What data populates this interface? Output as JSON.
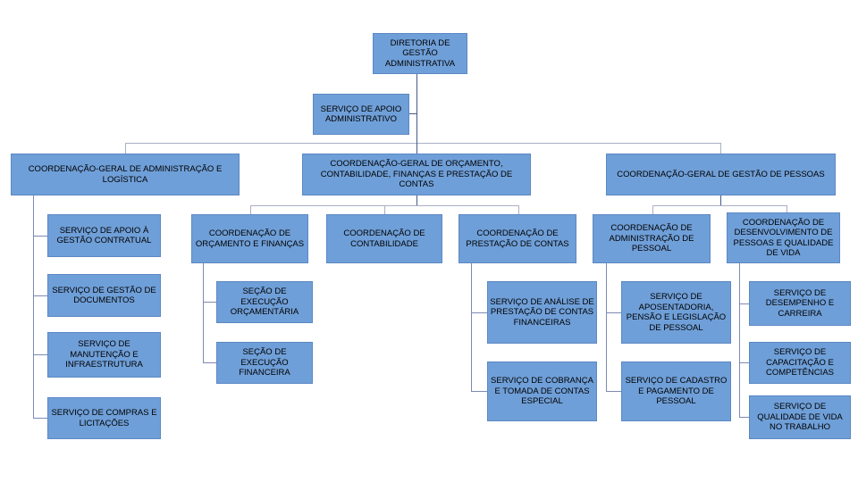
{
  "diagram": {
    "type": "org-chart",
    "language": "pt-BR",
    "background": "#ffffff",
    "colors": {
      "box_fill": "#6f9fd8",
      "box_border": "#5c88c4",
      "connector": "#7d89b3",
      "connector_light": "#a8b0c3",
      "connector_dark": "#46588e",
      "text": "#000000"
    }
  },
  "org": {
    "root": {
      "label": "DIRETORIA DE GESTÃO ADMINISTRATIVA"
    },
    "staff": {
      "label": "SERVIÇO DE APOIO ADMINISTRATIVO"
    },
    "branches": [
      {
        "label": "COORDENAÇÃO-GERAL DE ADMINISTRAÇÃO E LOGÍSTICA",
        "children": [
          {
            "label": "SERVIÇO DE APOIO À GESTÃO CONTRATUAL"
          },
          {
            "label": "SERVIÇO DE GESTÃO DE DOCUMENTOS"
          },
          {
            "label": "SERVIÇO DE MANUTENÇÃO E INFRAESTRUTURA"
          },
          {
            "label": "SERVIÇO DE COMPRAS E LICITAÇÕES"
          }
        ]
      },
      {
        "label": "COORDENAÇÃO-GERAL DE ORÇAMENTO, CONTABILIDADE, FINANÇAS E PRESTAÇÃO DE CONTAS",
        "children": [
          {
            "label": "COORDENAÇÃO DE ORÇAMENTO E FINANÇAS",
            "children": [
              {
                "label": "SEÇÃO DE EXECUÇÃO ORÇAMENTÁRIA"
              },
              {
                "label": "SEÇÃO DE EXECUÇÃO FINANCEIRA"
              }
            ]
          },
          {
            "label": "COORDENAÇÃO DE CONTABILIDADE",
            "children": []
          },
          {
            "label": "COORDENAÇÃO DE PRESTAÇÃO DE CONTAS",
            "children": [
              {
                "label": "SERVIÇO DE ANÁLISE DE PRESTAÇÃO DE CONTAS FINANCEIRAS"
              },
              {
                "label": "SERVIÇO DE COBRANÇA E TOMADA DE CONTAS ESPECIAL"
              }
            ]
          }
        ]
      },
      {
        "label": "COORDENAÇÃO-GERAL DE GESTÃO DE PESSOAS",
        "children": [
          {
            "label": "COORDENAÇÃO DE ADMINISTRAÇÃO DE PESSOAL",
            "children": [
              {
                "label": "SERVIÇO DE APOSENTADORIA, PENSÃO E LEGISLAÇÃO DE PESSOAL"
              },
              {
                "label": "SERVIÇO DE CADASTRO E PAGAMENTO DE PESSOAL"
              }
            ]
          },
          {
            "label": "COORDENAÇÃO DE DESENVOLVIMENTO DE PESSOAS E QUALIDADE DE VIDA",
            "children": [
              {
                "label": "SERVIÇO DE DESEMPENHO E CARREIRA"
              },
              {
                "label": "SERVIÇO DE CAPACITAÇÃO E COMPETÊNCIAS"
              },
              {
                "label": "SERVIÇO DE QUALIDADE DE VIDA NO TRABALHO"
              }
            ]
          }
        ]
      }
    ]
  }
}
